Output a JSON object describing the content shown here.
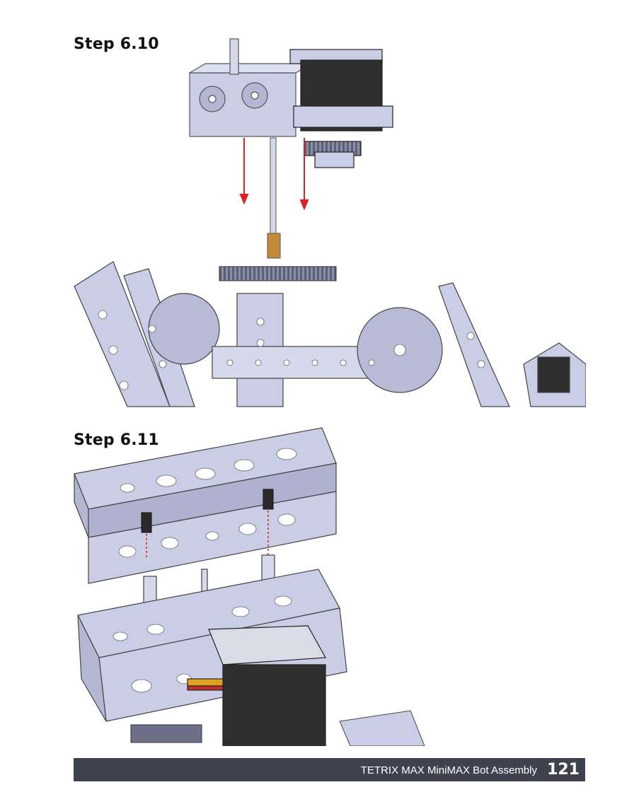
{
  "steps": [
    {
      "title": "Step 6.10"
    },
    {
      "title": "Step 6.11"
    }
  ],
  "footer": {
    "doc_title": "TETRIX MAX MiniMAX Bot Assembly",
    "page_number": "121"
  },
  "colors": {
    "metal": "#c9cde6",
    "metal_dark": "#9ea3c4",
    "servo": "#2f2f2f",
    "arrow": "#e02020",
    "footer_bg": "#3f4350"
  }
}
